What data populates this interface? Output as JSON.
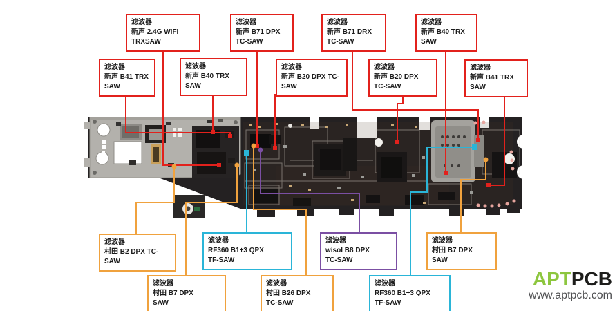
{
  "colors": {
    "red": "#e2211c",
    "orange": "#f0a23e",
    "cyan": "#2ab5d8",
    "purple": "#7b4fa3",
    "logo_green": "#8dc63f",
    "logo_dark": "#1d1d1b",
    "url_gray": "#4f5052",
    "board_dark": "#242122",
    "shield_gray": "#b3b1ac"
  },
  "labels": [
    {
      "color": "red",
      "line1": "滤波器",
      "line2": "新声 2.4G WIFI",
      "line3": "TRXSAW"
    },
    {
      "color": "red",
      "line1": "滤波器",
      "line2": "新声 B71 DPX",
      "line3": "TC-SAW"
    },
    {
      "color": "red",
      "line1": "滤波器",
      "line2": "新声 B71 DRX",
      "line3": "TC-SAW"
    },
    {
      "color": "red",
      "line1": "滤波器",
      "line2": "新声 B40 TRX",
      "line3": "SAW"
    },
    {
      "color": "red",
      "line1": "滤波器",
      "line2": "新声 B41 TRX",
      "line3": "SAW"
    },
    {
      "color": "red",
      "line1": "滤波器",
      "line2": "新声 B40 TRX",
      "line3": "SAW"
    },
    {
      "color": "red",
      "line1": "滤波器",
      "line2": "新声 B20 DPX TC-",
      "line3": "SAW"
    },
    {
      "color": "red",
      "line1": "滤波器",
      "line2": "新声 B20 DPX",
      "line3": "TC-SAW"
    },
    {
      "color": "red",
      "line1": "滤波器",
      "line2": "新声 B41 TRX",
      "line3": "SAW"
    },
    {
      "color": "orange",
      "line1": "滤波器",
      "line2": "村田 B2 DPX TC-",
      "line3": "SAW"
    },
    {
      "color": "cyan",
      "line1": "滤波器",
      "line2": "RF360 B1+3 QPX",
      "line3": "TF-SAW"
    },
    {
      "color": "purple",
      "line1": "滤波器",
      "line2": "wisol B8 DPX",
      "line3": "TC-SAW"
    },
    {
      "color": "orange",
      "line1": "滤波器",
      "line2": "村田 B7 DPX",
      "line3": "SAW"
    },
    {
      "color": "orange",
      "line1": "滤波器",
      "line2": "村田 B7 DPX",
      "line3": "SAW"
    },
    {
      "color": "orange",
      "line1": "滤波器",
      "line2": "村田 B26 DPX",
      "line3": "TC-SAW"
    },
    {
      "color": "cyan",
      "line1": "滤波器",
      "line2": "RF360 B1+3 QPX",
      "line3": "TF-SAW"
    }
  ],
  "watermark": {
    "brand_primary": "APT",
    "brand_secondary": "PCB",
    "url": "www.aptpcb.com"
  }
}
